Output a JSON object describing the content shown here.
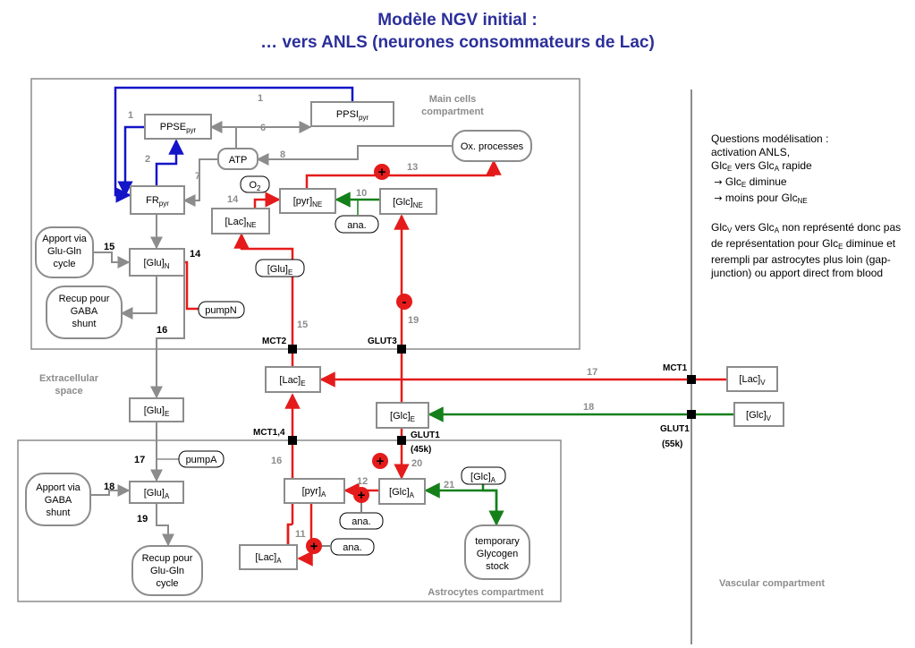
{
  "title": {
    "line1": "Modèle NGV initial :",
    "line2": "… vers ANLS (neurones consommateurs de Lac)"
  },
  "compartments": {
    "main": "Main cells",
    "main2": "compartment",
    "extracellular": "Extracellular",
    "extracellular2": "space",
    "astrocytes": "Astrocytes compartment",
    "vascular": "Vascular compartment"
  },
  "nodes": {
    "ppsi": {
      "main": "PPSI",
      "sub": "pyr"
    },
    "ppse": {
      "main": "PPSE",
      "sub": "pyr"
    },
    "atp": {
      "main": "ATP"
    },
    "ox": {
      "main": "Ox. processes"
    },
    "fr": {
      "main": "FR",
      "sub": "pyr"
    },
    "o2": {
      "main": "O",
      "sub": "2"
    },
    "lac_ne": {
      "main": "[Lac]",
      "sub": "NE"
    },
    "pyr_ne": {
      "main": "[pyr]",
      "sub": "NE"
    },
    "glc_ne": {
      "main": "[Glc]",
      "sub": "NE"
    },
    "ana_ne": {
      "main": "ana."
    },
    "apport_gluglin": {
      "l1": "Apport via",
      "l2": "Glu-Gln",
      "l3": "cycle"
    },
    "glu_n": {
      "main": "[Glu]",
      "sub": "N"
    },
    "glu_e_in": {
      "main": "[Glu]",
      "sub": "E"
    },
    "recup_gaba": {
      "l1": "Recup pour",
      "l2": "GABA",
      "l3": "shunt"
    },
    "pumpn": {
      "main": "pumpN"
    },
    "lac_e": {
      "main": "[Lac]",
      "sub": "E"
    },
    "glu_e": {
      "main": "[Glu]",
      "sub": "E"
    },
    "glc_e": {
      "main": "[Glc]",
      "sub": "E"
    },
    "lac_v": {
      "main": "[Lac]",
      "sub": "V"
    },
    "glc_v": {
      "main": "[Glc]",
      "sub": "V"
    },
    "pumpa": {
      "main": "pumpA"
    },
    "apport_gaba": {
      "l1": "Apport via",
      "l2": "GABA",
      "l3": "shunt"
    },
    "glu_a": {
      "main": "[Glu]",
      "sub": "A"
    },
    "recup_gluglin": {
      "l1": "Recup pour",
      "l2": "Glu-Gln",
      "l3": "cycle"
    },
    "pyr_a": {
      "main": "[pyr]",
      "sub": "A"
    },
    "glc_a": {
      "main": "[Glc]",
      "sub": "A"
    },
    "glc_a2": {
      "main": "[Glc]",
      "sub": "A"
    },
    "ana_a1": {
      "main": "ana."
    },
    "ana_a2": {
      "main": "ana."
    },
    "lac_a": {
      "main": "[Lac]",
      "sub": "A"
    },
    "glycogen": {
      "l1": "temporary",
      "l2": "Glycogen",
      "l3": "stock"
    }
  },
  "reaction_numbers": {
    "r1a": "1",
    "r1b": "1",
    "r2": "2",
    "r6": "6",
    "r7": "7",
    "r8": "8",
    "r13": "13",
    "r14a": "14",
    "r14b": "14",
    "r10": "10",
    "r15a": "15",
    "r15b": "15",
    "r16a": "16",
    "r19a": "19",
    "r17a": "17",
    "r18a": "18",
    "r17b": "17",
    "r18b": "18",
    "r19b": "19",
    "r16b": "16",
    "r20": "20",
    "r12": "12",
    "r21": "21",
    "r11": "11"
  },
  "transporters": {
    "mct2": "MCT2",
    "glut3": "GLUT3",
    "mct1": "MCT1",
    "glut1_v": "GLUT1",
    "glut1_v_k": "(55k)",
    "mct14": "MCT1,4",
    "glut1_a": "GLUT1",
    "glut1_a_k": "(45k)"
  },
  "notes": {
    "l1": "Questions modélisation :",
    "l2": "activation ANLS,",
    "l3a": "Glc",
    "l3a_sub": "E",
    "l3b": " vers Glc",
    "l3b_sub": "A",
    "l3c": " rapide",
    "l4a": "→",
    "l4b": " Glc",
    "l4b_sub": "E",
    "l4c": " diminue",
    "l5a": "→",
    "l5b": " moins pour Glc",
    "l5b_sub": "NE",
    "p2a": "Glc",
    "p2a_sub": "V",
    "p2b": " vers Glc",
    "p2b_sub": "A",
    "p2c": " non représenté donc pas de représentation pour ",
    "p2d": "Glc",
    "p2d_sub": "E",
    "p2e": " diminue et rerempli par astrocytes plus loin (gap-junction) ou apport direct from blood"
  },
  "colors": {
    "title": "#2b2f9a",
    "box": "#8c8c8c",
    "red": "#e51b1b",
    "green": "#15801a",
    "blue": "#1414c8",
    "grey": "#8c8c8c"
  }
}
